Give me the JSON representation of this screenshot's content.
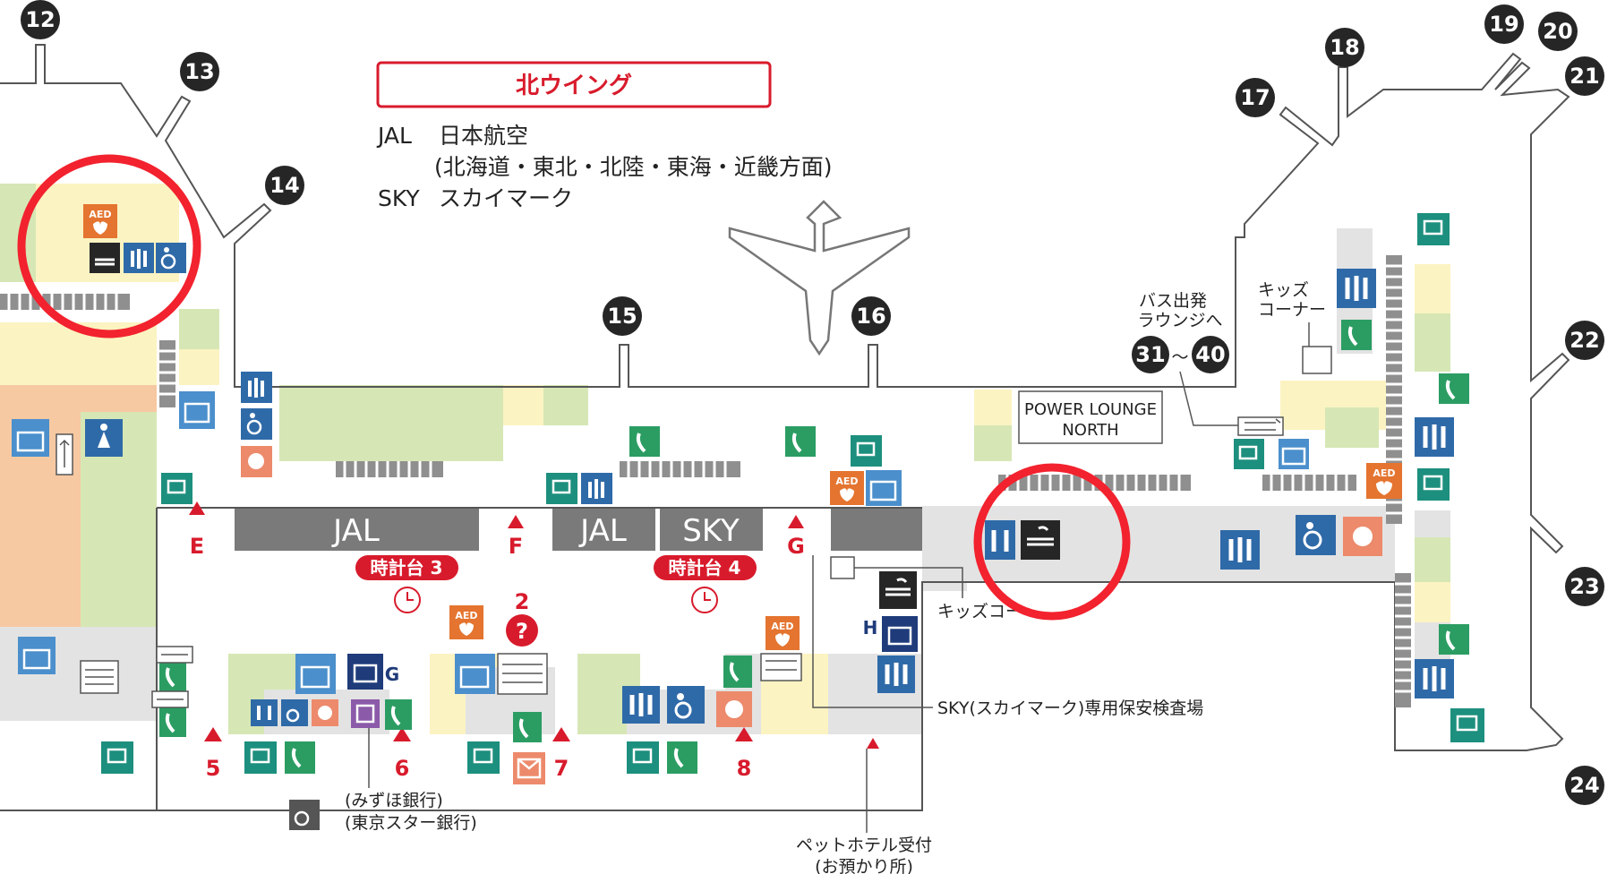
{
  "legend": {
    "title": "北ウイング",
    "rows": [
      {
        "code": "JAL",
        "name": "日本航空"
      },
      {
        "code": "",
        "name": "(北海道・東北・北陸・東海・近畿方面)"
      },
      {
        "code": "SKY",
        "name": "スカイマーク"
      }
    ]
  },
  "gates": [
    "12",
    "13",
    "14",
    "15",
    "16",
    "17",
    "18",
    "19",
    "20",
    "21",
    "22",
    "23",
    "24"
  ],
  "bus_gates": {
    "from": "31",
    "separator": "〜",
    "to": "40",
    "label_line1": "バス出発",
    "label_line2": "ラウンジへ"
  },
  "security_bands": [
    "JAL",
    "JAL",
    "SKY"
  ],
  "checkpoint_letters": [
    "E",
    "F",
    "G",
    "H",
    "G"
  ],
  "floor_markers": [
    "5",
    "6",
    "7",
    "8",
    "2"
  ],
  "clocks": [
    "時計台 3",
    "時計台 4"
  ],
  "lounge": {
    "line1": "POWER LOUNGE",
    "line2": "NORTH"
  },
  "annotations": {
    "kids_corner_top_1": "キッズ",
    "kids_corner_top_2": "コーナー",
    "kids_corner_bottom": "キッズコー",
    "sky_security": "SKY(スカイマーク)専用保安検査場",
    "bank_1": "(みずほ銀行)",
    "bank_2": "(東京スター銀行)",
    "pet_hotel_1": "ペットホテル受付",
    "pet_hotel_2": "(お預かり所)"
  },
  "icon_labels": {
    "aed": "AED",
    "info": "?"
  },
  "colors": {
    "red": "#d81b2c",
    "highlight_circle": "#f2222e",
    "dark": "#262626",
    "gray_band": "#7a7a7a",
    "blue": "#2f6aa8",
    "green": "#2b9d63",
    "orange": "#e4742f",
    "teal": "#1d8f7e",
    "salmon": "#ec8a6b",
    "navy": "#1f3b7a",
    "light_green": "#d6e7b5",
    "light_yellow": "#fbf3c2",
    "peach": "#f6c9a3",
    "light_gray": "#e3e3e3"
  }
}
